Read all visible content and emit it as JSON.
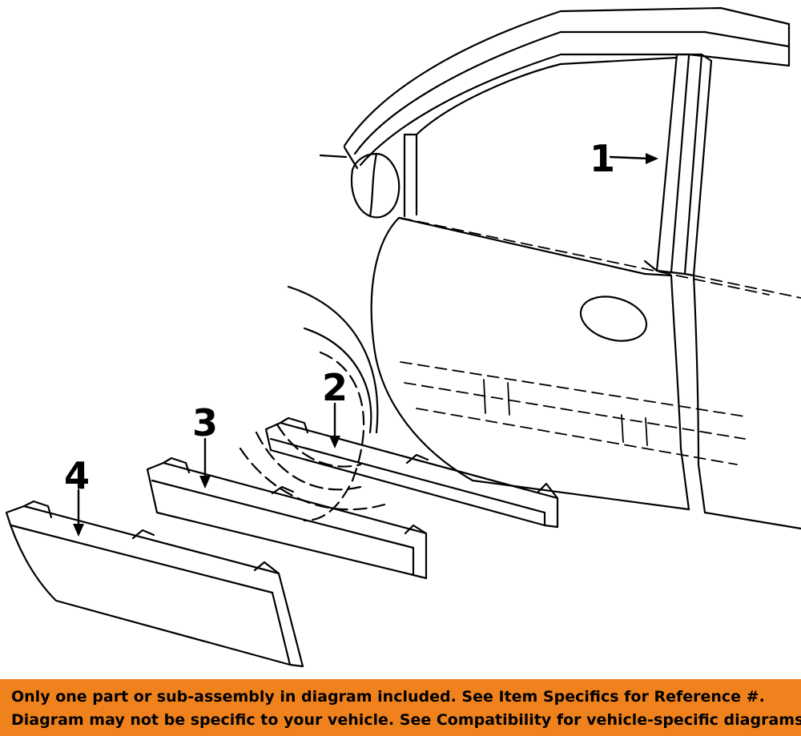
{
  "callouts": {
    "c1": "1",
    "c2": "2",
    "c3": "3",
    "c4": "4"
  },
  "banner": {
    "line1": "Only one part or sub-assembly in diagram included. See Item Specifics for Reference #.",
    "line2": "Diagram may not be specific to your vehicle. See Compatibility for vehicle-specific diagrams."
  },
  "colors": {
    "banner_bg": "#f0821e",
    "ink": "#000000",
    "background": "#ffffff"
  }
}
